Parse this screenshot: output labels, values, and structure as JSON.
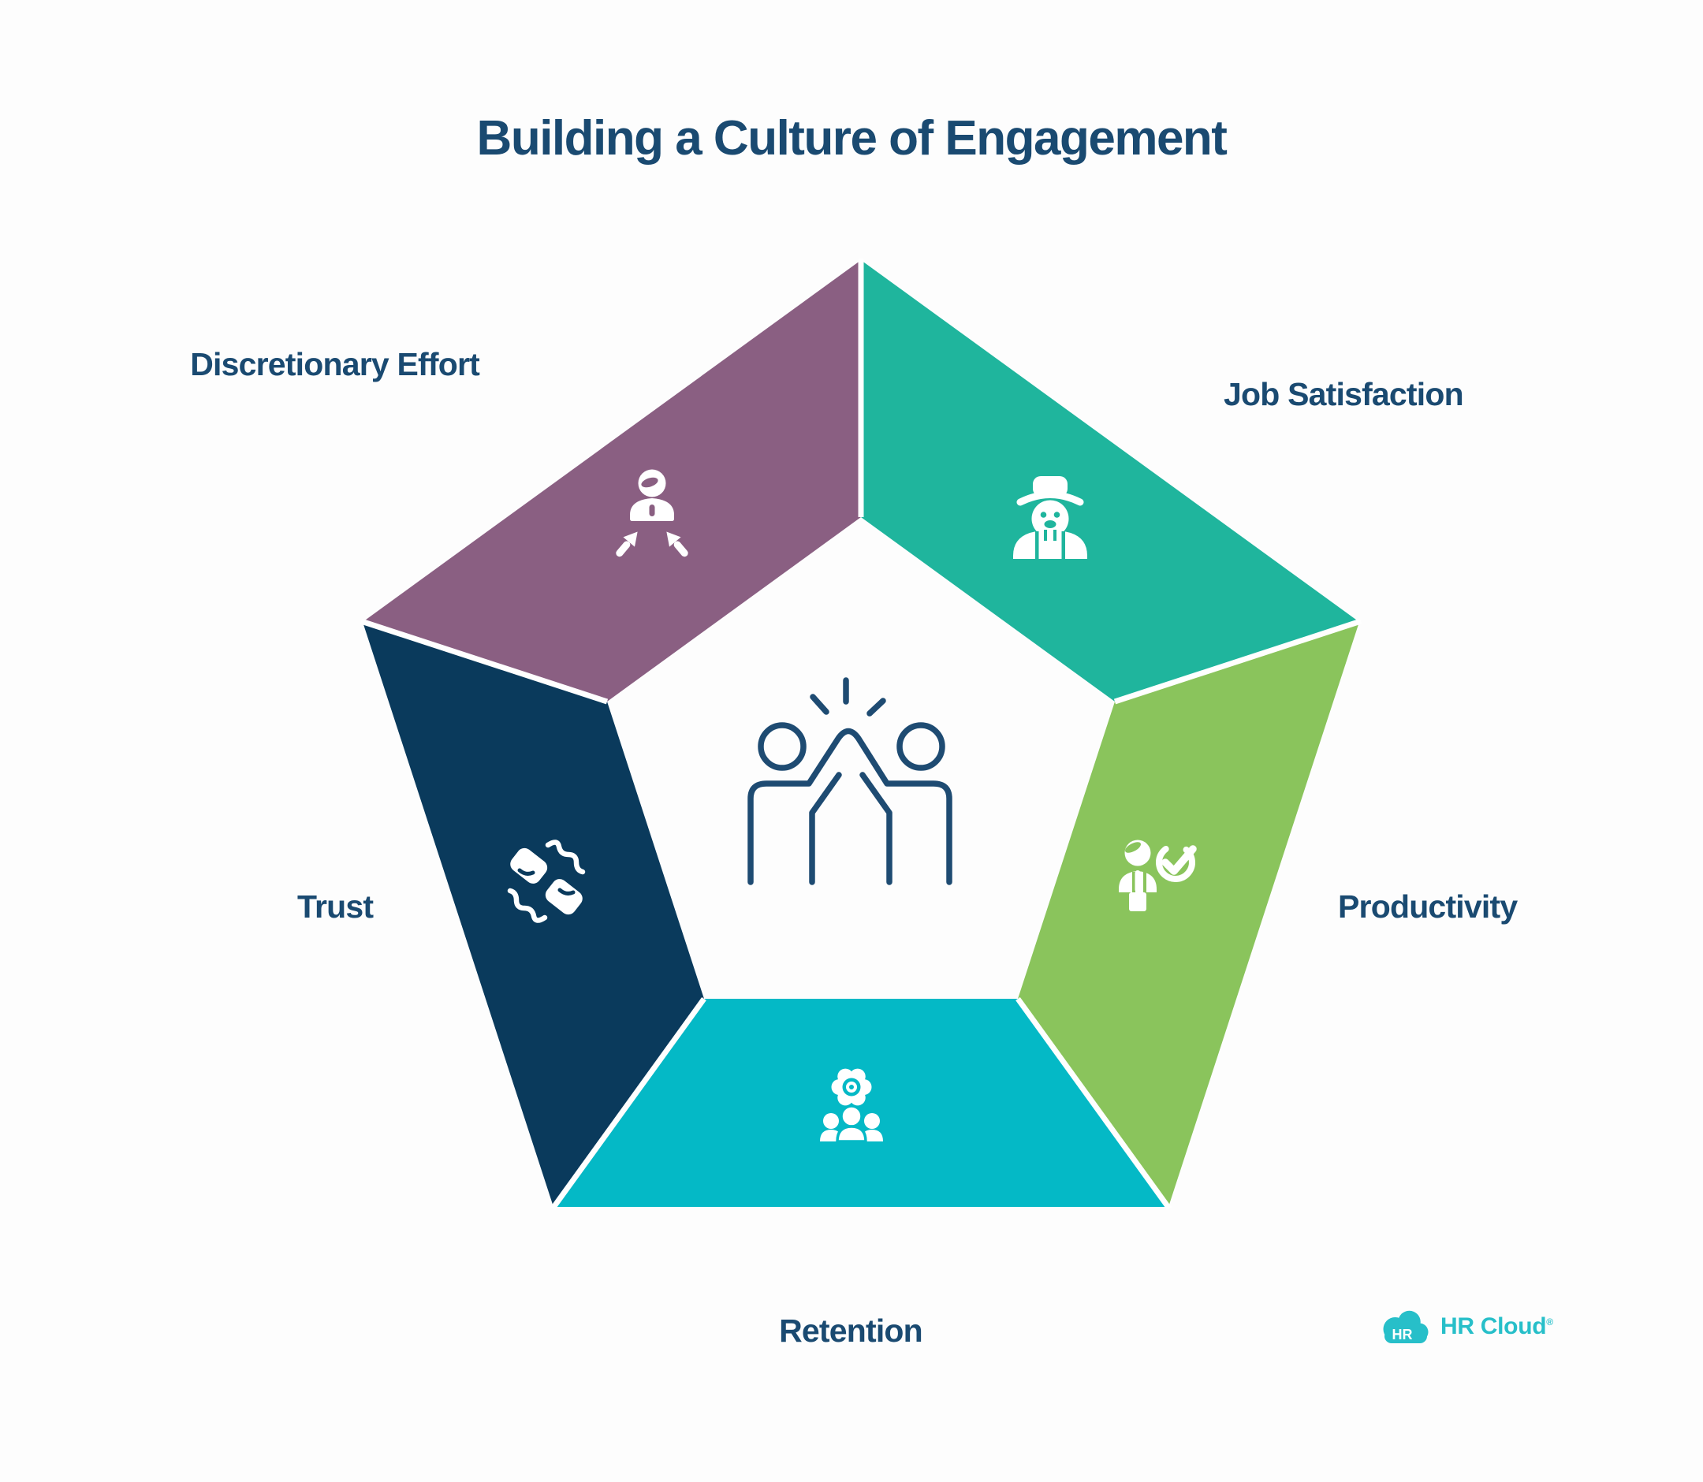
{
  "title": "Building a Culture of Engagement",
  "segments": [
    {
      "name": "discretionary-effort",
      "label": "Discretionary Effort",
      "color": "#8A5F82",
      "icon": "person-converging-arrows-icon"
    },
    {
      "name": "job-satisfaction",
      "label": "Job Satisfaction",
      "color": "#1FB59D",
      "icon": "happy-worker-icon"
    },
    {
      "name": "productivity",
      "label": "Productivity",
      "color": "#8AC45C",
      "icon": "person-checkmark-icon"
    },
    {
      "name": "retention",
      "label": "Retention",
      "color": "#04B9C6",
      "icon": "team-flower-icon"
    },
    {
      "name": "trust",
      "label": "Trust",
      "color": "#0A3A5C",
      "icon": "fist-bump-icon"
    }
  ],
  "center_icon": "high-five-icon",
  "colors": {
    "text": "#1A4A71",
    "divider": "#FFFFFF",
    "center_icon_stroke": "#1E4B72",
    "background": "#FDFDFD",
    "logo_teal": "#27BFC9"
  },
  "logo": {
    "cloud_text": "HR",
    "brand": "HR Cloud",
    "registered": "®"
  }
}
